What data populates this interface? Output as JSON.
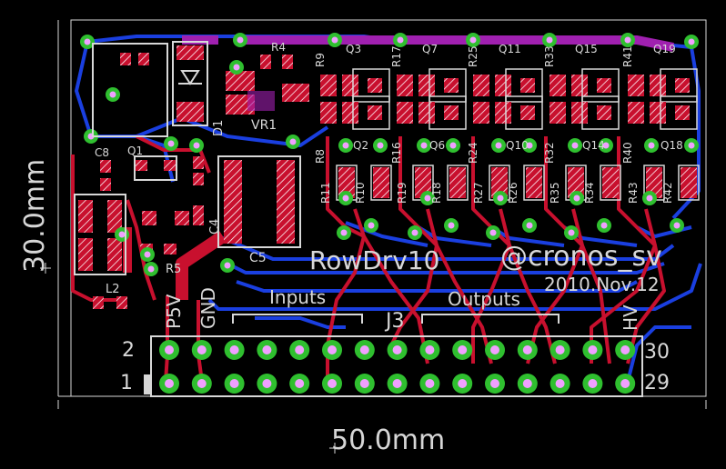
{
  "dimensions": {
    "height": "30.0mm",
    "width": "50.0mm"
  },
  "board": {
    "title": "RowDrv10",
    "author": "@cronos_sv",
    "date": "2010.Nov.12",
    "labels": {
      "inputs": "Inputs",
      "outputs": "Outputs",
      "connector": "J3",
      "p5v": "P5V",
      "gnd": "GND",
      "hv": "HV",
      "pin2": "2",
      "pin1": "1",
      "pin30": "30",
      "pin29": "29"
    }
  },
  "parts": {
    "r4": "R4",
    "vr1": "VR1",
    "d1": "D1",
    "c8": "C8",
    "q1": "Q1",
    "c5": "C5",
    "r5": "R5",
    "l2": "L2",
    "c4": "C4",
    "q_top": [
      "Q3",
      "Q7",
      "Q11",
      "Q15",
      "Q19"
    ],
    "q_bottom": [
      "Q2",
      "Q6",
      "Q10",
      "Q14",
      "Q18"
    ],
    "r_top": [
      "R9",
      "R17",
      "R25",
      "R33",
      "R41"
    ],
    "r_mid": [
      "R8",
      "R16",
      "R24",
      "R32",
      "R40"
    ],
    "r_low": [
      "R11",
      "R10",
      "R19",
      "R18",
      "R27",
      "R26",
      "R35",
      "R34",
      "R43",
      "R42"
    ]
  },
  "colors": {
    "background": "#000000",
    "top_copper": "#c8102e",
    "bottom_copper": "#1a3fe0",
    "silkscreen": "#d8d8d8",
    "via_ring": "#2fbf2f",
    "via_fill": "#f0a0ff",
    "purple_trace": "#a020b0"
  }
}
